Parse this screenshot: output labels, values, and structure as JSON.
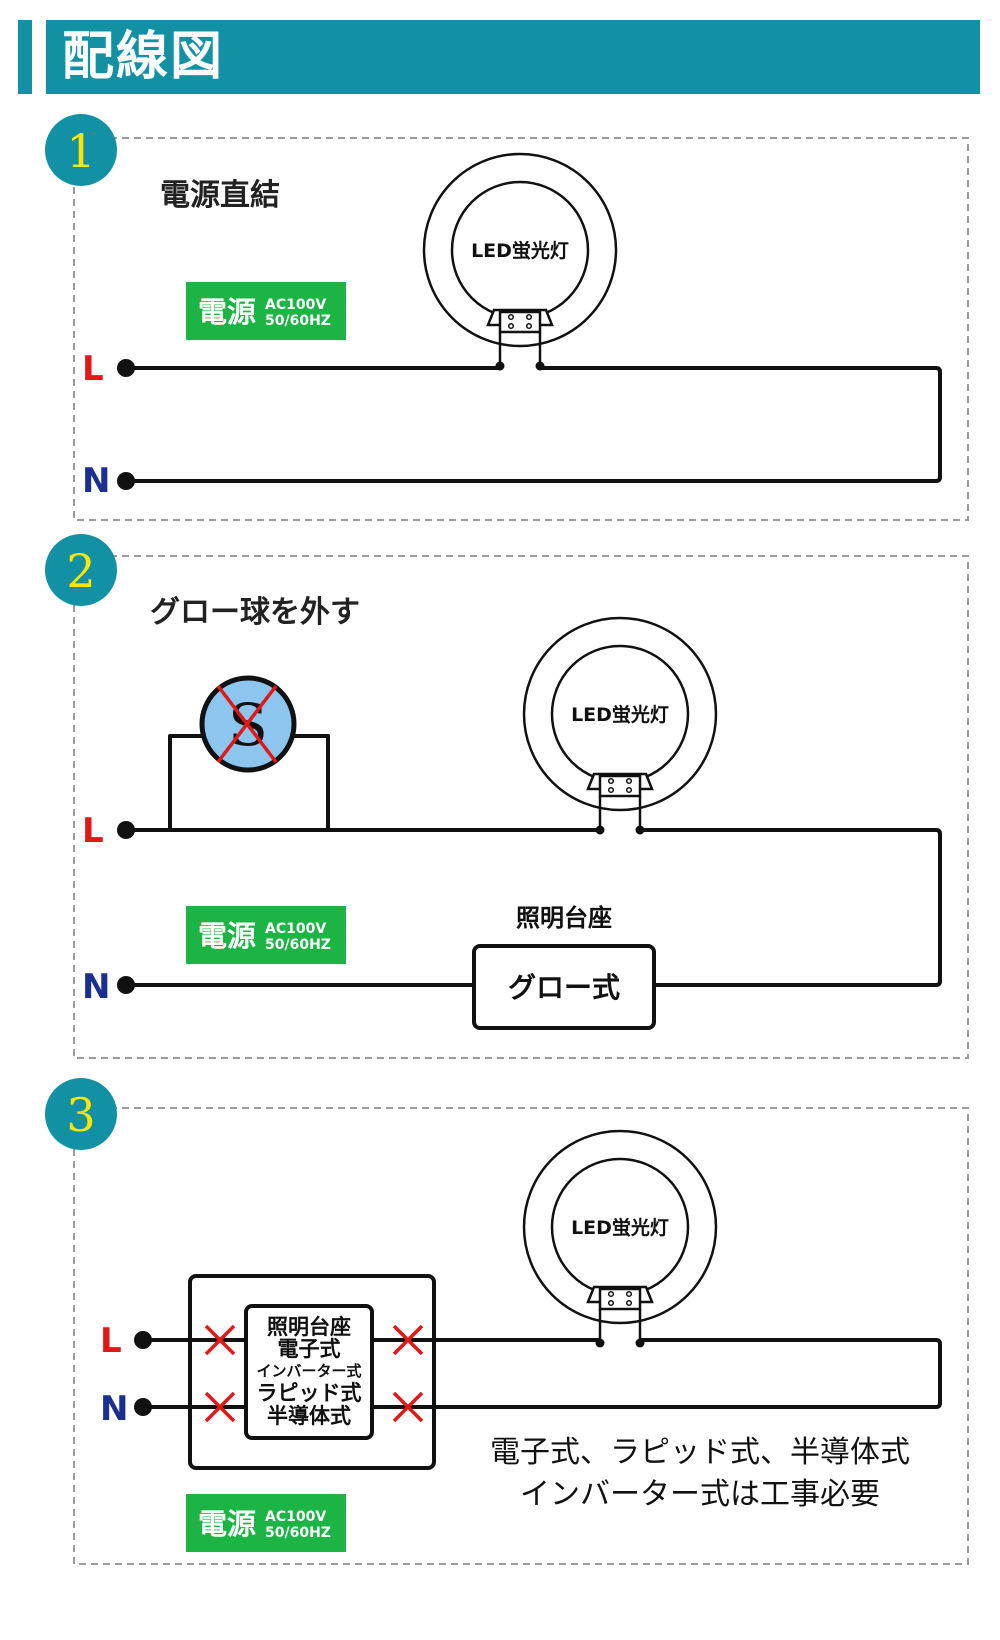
{
  "header": {
    "title": "配線図"
  },
  "sections": [
    {
      "number": "1",
      "title": "電源直結"
    },
    {
      "number": "2",
      "title": "グロー球を外す"
    },
    {
      "number": "3",
      "title": ""
    }
  ],
  "lamp": {
    "label": "LED蛍光灯"
  },
  "power_source": {
    "kanji": "電源",
    "voltage": "AC100V",
    "frequency": "50/60HZ"
  },
  "terminals": {
    "live": "L",
    "neutral": "N"
  },
  "glow_starter": {
    "symbol": "S"
  },
  "section2": {
    "base_label": "照明台座",
    "box_label": "グロー式"
  },
  "section3": {
    "electronic_box_lines": [
      "照明台座",
      "電子式",
      "インバーター式",
      "ラピッド式",
      "半導体式"
    ],
    "note_lines": [
      "電子式、ラピッド式、半導体式",
      "インバーター式は工事必要"
    ]
  },
  "colors": {
    "accent": "#1391a4",
    "number_text": "#ffe600",
    "power_green": "#1db446",
    "live_red": "#e11818",
    "neutral_navy": "#1a2f8f",
    "starter_blue": "#8cc6ef"
  }
}
